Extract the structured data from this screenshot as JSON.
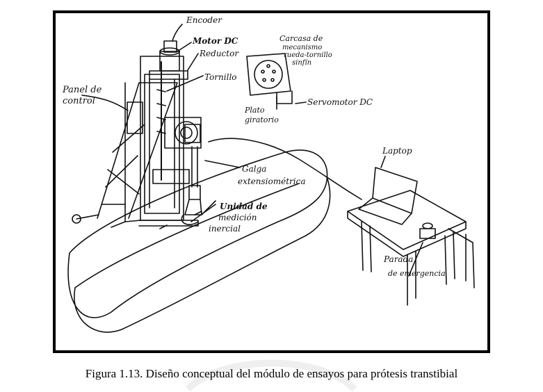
{
  "labels": {
    "encoder": "Encoder",
    "motor": "Motor DC",
    "reductor": "Reductor",
    "tornillo": "Tornillo",
    "panel_line1": "Panel de",
    "panel_line2": "control",
    "carcasa_line1": "Carcasa de",
    "carcasa_line2": "mecanismo",
    "carcasa_line3": "rueda-tornillo",
    "carcasa_line4": "sinfín",
    "servomotor": "Servomotor DC",
    "plato_line1": "Plato",
    "plato_line2": "giratorio",
    "laptop": "Laptop",
    "galga_line1": "Galga",
    "galga_line2": "extensiométrica",
    "imu_line1": "Unidad de",
    "imu_line2": "medición",
    "imu_line3": "inercial",
    "parada_line1": "Parada",
    "parada_line2": "de emergencia"
  },
  "caption": "Figura 1.13. Diseño conceptual del módulo de ensayos para prótesis transtibial"
}
